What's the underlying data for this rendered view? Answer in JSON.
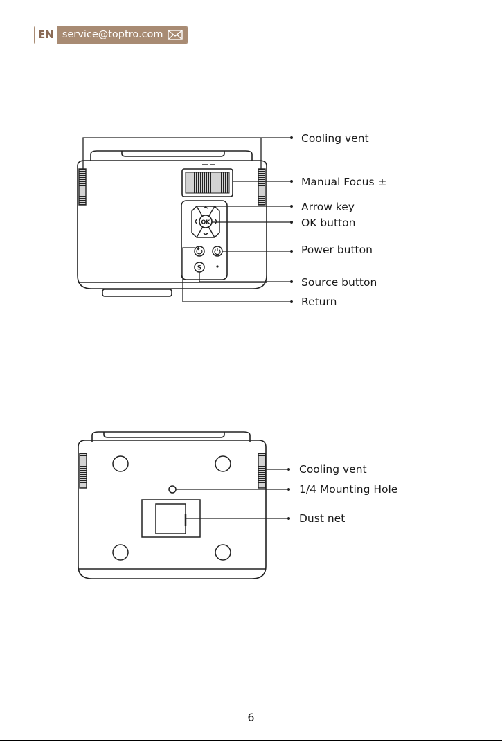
{
  "header": {
    "lang": "EN",
    "email": "service@toptro.com",
    "icon": "envelope-icon"
  },
  "diagram_top": {
    "labels": {
      "cooling_vent": "Cooling vent",
      "manual_focus": "Manual Focus ±",
      "arrow_key": "Arrow key",
      "ok_button": "OK button",
      "power_button": "Power button",
      "source_button": "Source button",
      "return": "Return"
    },
    "keys": {
      "ok": "OK",
      "source": "S"
    }
  },
  "diagram_bottom": {
    "labels": {
      "cooling_vent": "Cooling vent",
      "mounting_hole": "1/4 Mounting Hole",
      "dust_net": "Dust net"
    }
  },
  "page_number": "6"
}
